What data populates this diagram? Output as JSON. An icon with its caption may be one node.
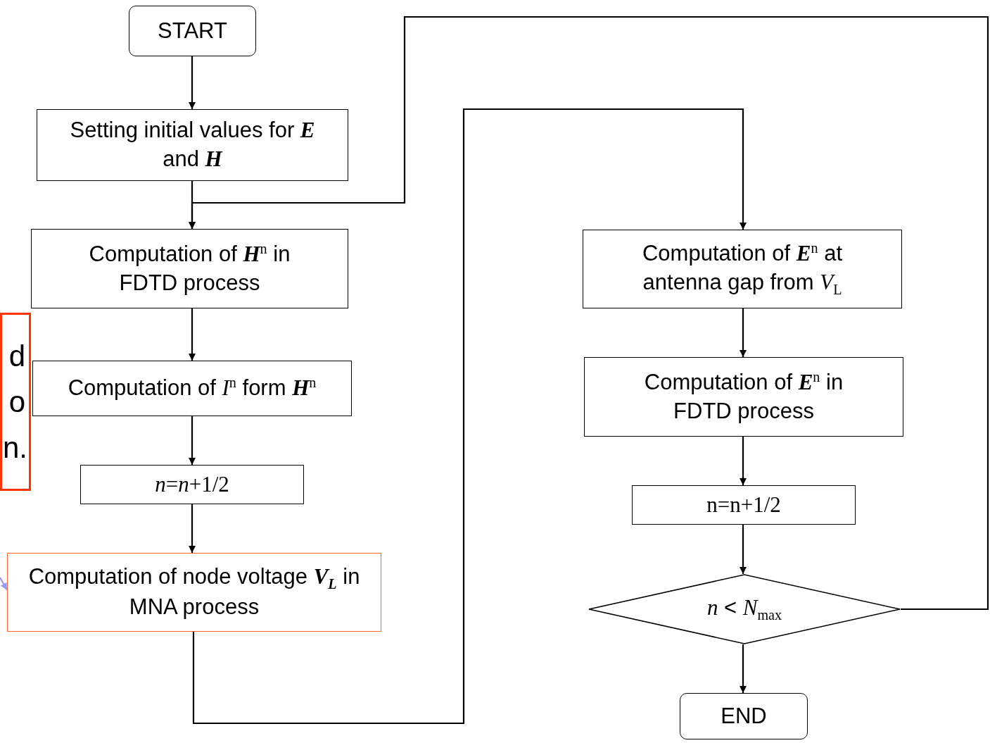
{
  "diagram": {
    "nodes": [
      {
        "text": [
          "START"
        ]
      },
      {
        "text": [
          "Setting initial values for **E** and **H**"
        ]
      },
      {
        "text": [
          "Computation of **H**$^{n}$ in FDTD process"
        ]
      },
      {
        "text": [
          "Computation of *I*$^{n}$ form **H**$^{n}$"
        ]
      },
      {
        "text": [
          "*n*=*n*+1/2"
        ]
      },
      {
        "text": [
          "Computation of node voltage **V**$_{L}$ in MNA process"
        ]
      },
      {
        "text": [
          "Computation of **E**$^{n}$ at antenna gap from *V*$_{L}$"
        ]
      },
      {
        "text": [
          "Computation of **E**$^{n}$ in FDTD process"
        ]
      },
      {
        "text": [
          "n=n+1/2"
        ]
      },
      {
        "text": [
          "*n* < *N*$_{max}$"
        ]
      },
      {
        "text": [
          "END"
        ]
      },
      {
        "text": [
          "d o n."
        ]
      }
    ],
    "edges": [
      {
        "from": 0,
        "to": 1,
        "arrow": "to"
      },
      {
        "from": 1,
        "to": 2,
        "arrow": "to"
      },
      {
        "from": 2,
        "to": 3,
        "arrow": "to"
      },
      {
        "from": 3,
        "to": 4,
        "arrow": "to"
      },
      {
        "from": 4,
        "to": 5,
        "arrow": "to"
      },
      {
        "from": 5,
        "to": 6,
        "arrow": "to"
      },
      {
        "from": 6,
        "to": 7,
        "arrow": "to"
      },
      {
        "from": 7,
        "to": 8,
        "arrow": "to"
      },
      {
        "from": 8,
        "to": 9,
        "arrow": "to"
      },
      {
        "from": 9,
        "to": 10,
        "arrow": "to"
      },
      {
        "from": 9,
        "to": 2,
        "arrow": "to"
      },
      {
        "from": null,
        "to": 5,
        "arrow": "to",
        "color": "#9999ff"
      }
    ]
  }
}
